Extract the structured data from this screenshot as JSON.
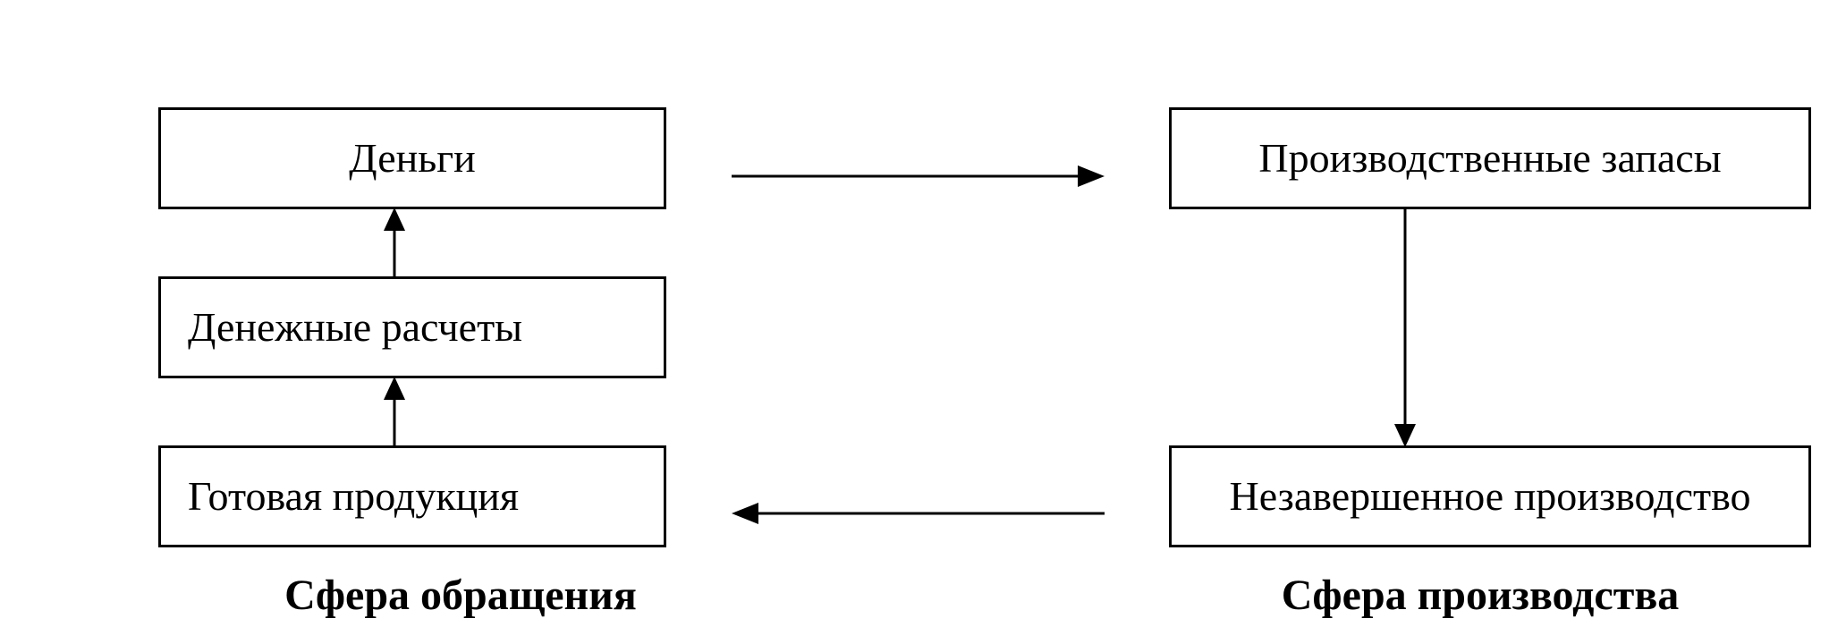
{
  "nodes": {
    "money": "Деньги",
    "settlements": "Денежные расчеты",
    "finished_goods": "Готовая продукция",
    "inventories": "Производственные запасы",
    "work_in_progress": "Незавершенное производство"
  },
  "spheres": {
    "circulation": "Сфера обращения",
    "production": "Сфера производства"
  },
  "edges": [
    {
      "from": "settlements",
      "to": "money"
    },
    {
      "from": "finished_goods",
      "to": "settlements"
    },
    {
      "from": "money",
      "to": "inventories"
    },
    {
      "from": "inventories",
      "to": "work_in_progress"
    },
    {
      "from": "work_in_progress",
      "to": "finished_goods"
    }
  ],
  "colors": {
    "stroke": "#000000",
    "background": "#ffffff"
  }
}
